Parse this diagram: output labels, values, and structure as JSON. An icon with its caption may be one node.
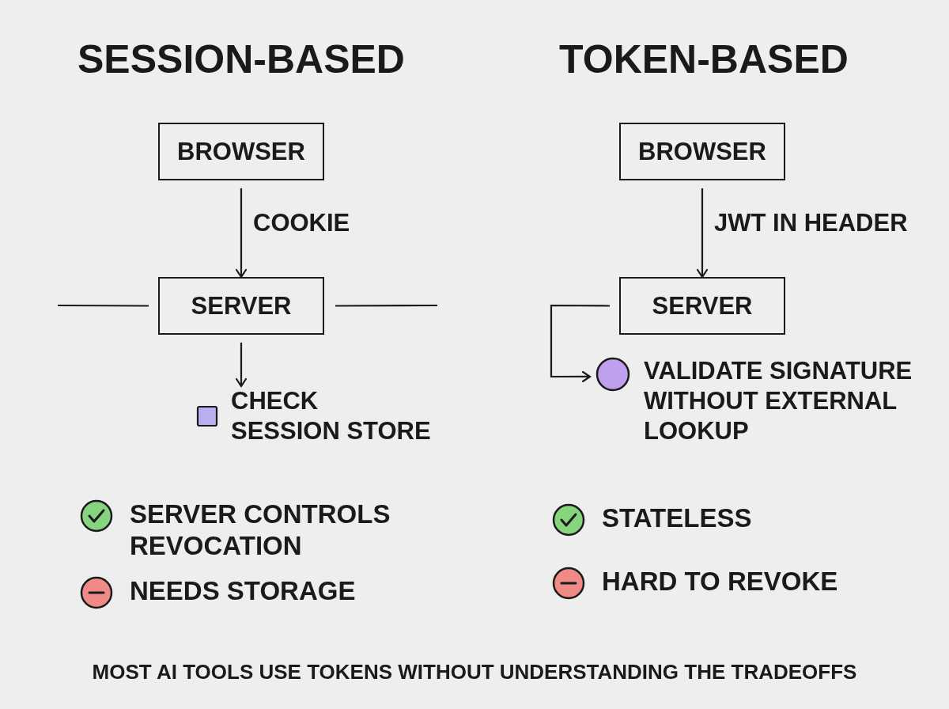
{
  "diagram": {
    "caption": "MOST AI TOOLS USE TOKENS WITHOUT UNDERSTANDING THE TRADEOFFS",
    "nodes": [
      {
        "text": [
          "BROWSER"
        ]
      },
      {
        "text": [
          "SERVER"
        ]
      },
      {
        "text": [
          "CHECK SESSION STORE"
        ]
      },
      {
        "text": [
          "BROWSER"
        ]
      },
      {
        "text": [
          "SERVER"
        ]
      },
      {
        "text": [
          "VALIDATE SIGNATURE WITHOUT EXTERNAL LOOKUP"
        ]
      }
    ],
    "edges": [
      {
        "from": 0,
        "to": 1,
        "arrow": "to",
        "label": "COOKIE"
      },
      {
        "from": 1,
        "to": null,
        "arrow": "none"
      },
      {
        "from": 1,
        "to": null,
        "arrow": "none"
      },
      {
        "from": 1,
        "to": 2,
        "arrow": "to"
      },
      {
        "from": 3,
        "to": 4,
        "arrow": "to",
        "label": "JWT IN HEADER"
      },
      {
        "from": 4,
        "to": 5,
        "arrow": "to"
      }
    ],
    "labels": [
      "SESSION-BASED",
      "TOKEN-BASED",
      "SERVER CONTROLS REVOCATION",
      "NEEDS STORAGE",
      "STATELESS",
      "HARD TO REVOKE"
    ]
  }
}
